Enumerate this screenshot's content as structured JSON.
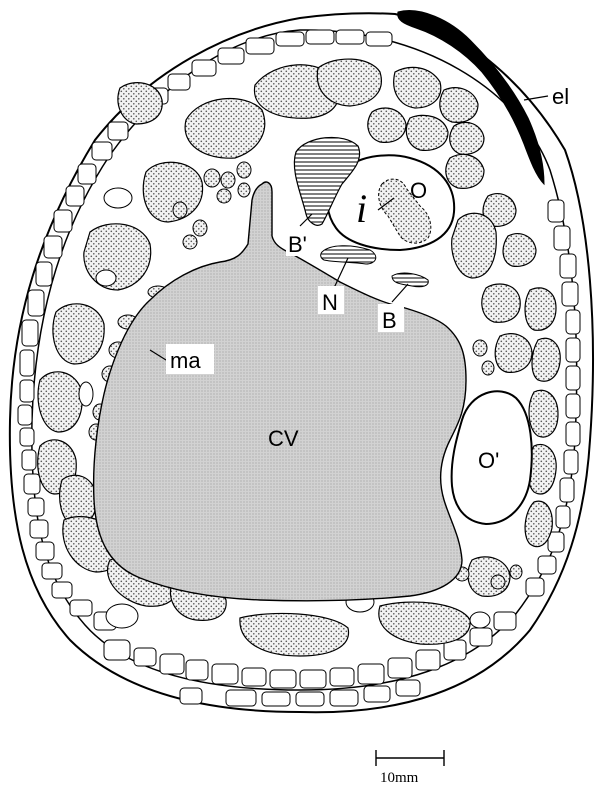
{
  "labels": {
    "el": "el",
    "o": "O",
    "i": "i",
    "b_prime": "B'",
    "n": "N",
    "b": "B",
    "ma": "ma",
    "cv": "CV",
    "o_prime": "O'"
  },
  "scale_bar": {
    "text": "10mm"
  },
  "colors": {
    "outline": "#000000",
    "background": "#ffffff",
    "cv_fill": "#c9c9c9",
    "stipple_fill": "#e3e3e3",
    "el_fill": "#000000"
  }
}
